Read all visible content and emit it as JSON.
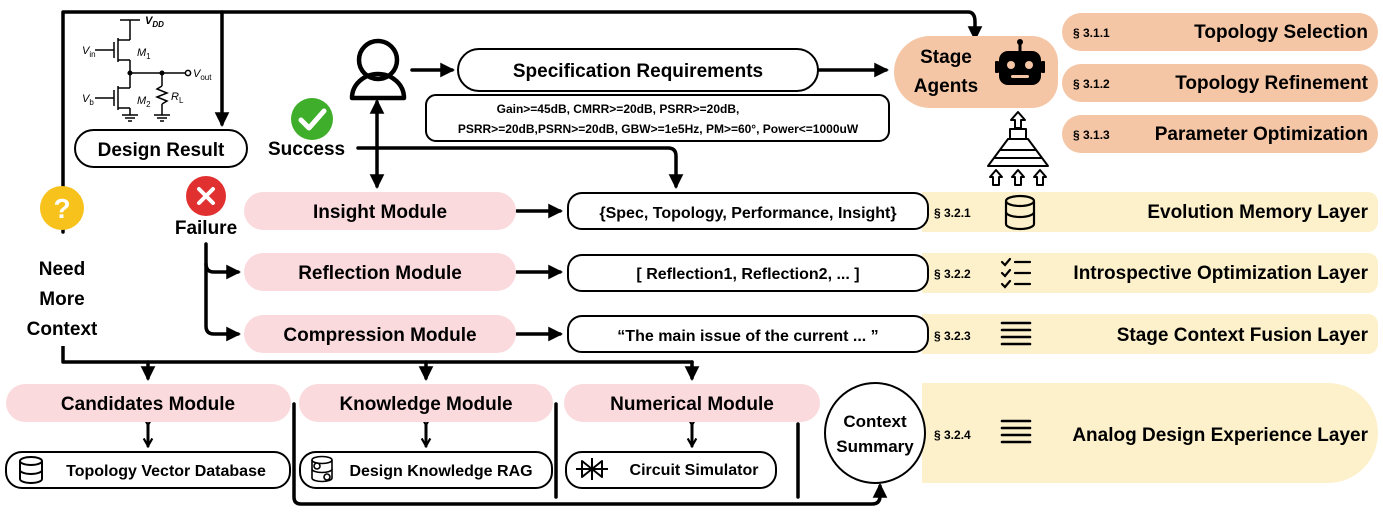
{
  "colors": {
    "pink": "#fadadd",
    "salmon": "#f5c6a5",
    "cream": "#fdf1cc",
    "success_green": "#3fae2a",
    "failure_red": "#e0302f",
    "question_yellow": "#f6c21b"
  },
  "circuit": {
    "vdd": "V",
    "vdd_sub": "DD",
    "vin": "V",
    "vin_sub": "in",
    "vout": "V",
    "vout_sub": "out",
    "vb": "V",
    "vb_sub": "b",
    "m1": "M",
    "m1_sub": "1",
    "m2": "M",
    "m2_sub": "2",
    "rl": "R",
    "rl_sub": "L"
  },
  "design_result": "Design Result",
  "success": "Success",
  "failure": "Failure",
  "need_more_context": [
    "Need",
    "More",
    "Context"
  ],
  "spec_requirements": "Specification Requirements",
  "spec_values": [
    "Gain>=45dB, CMRR>=20dB, PSRR>=20dB,",
    "PSRR>=20dB,PSRN>=20dB, GBW>=1e5Hz, PM>=60°, Power<=1000uW"
  ],
  "stage_agents": [
    "Stage",
    "Agents"
  ],
  "agent_sections": [
    {
      "section": "§ 3.1.1",
      "label": "Topology Selection"
    },
    {
      "section": "§ 3.1.2",
      "label": "Topology Refinement"
    },
    {
      "section": "§ 3.1.3",
      "label": "Parameter Optimization"
    }
  ],
  "modules": {
    "insight": "Insight Module",
    "reflection": "Reflection Module",
    "compression": "Compression Module"
  },
  "outputs": {
    "insight": "{Spec, Topology, Performance, Insight}",
    "reflection": "[ Reflection1, Reflection2, ... ]",
    "compression": "“The main issue of the current ... ”"
  },
  "layers": [
    {
      "section": "§ 3.2.1",
      "label": "Evolution Memory Layer",
      "icon": "database-icon"
    },
    {
      "section": "§ 3.2.2",
      "label": "Introspective Optimization Layer",
      "icon": "checklist-icon"
    },
    {
      "section": "§ 3.2.3",
      "label": "Stage Context Fusion Layer",
      "icon": "lines-icon"
    },
    {
      "section": "§ 3.2.4",
      "label": "Analog Design Experience Layer",
      "icon": "lines-icon"
    }
  ],
  "bottom_modules": [
    {
      "label": "Candidates Module",
      "tool": "Topology Vector Database",
      "tool_icon": "database-icon"
    },
    {
      "label": "Knowledge Module",
      "tool": "Design Knowledge RAG",
      "tool_icon": "gear-database-icon"
    },
    {
      "label": "Numerical Module",
      "tool": "Circuit Simulator",
      "tool_icon": "transmission-gate-icon"
    }
  ],
  "context_summary": [
    "Context",
    "Summary"
  ]
}
